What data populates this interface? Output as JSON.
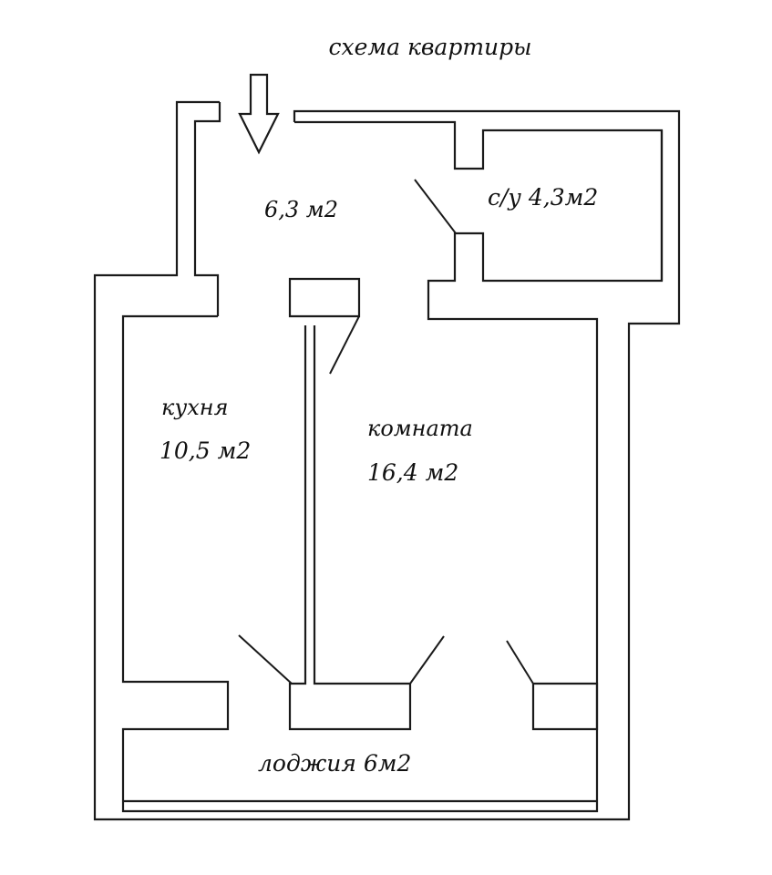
{
  "title": "схема квартиры",
  "rooms": {
    "hall": {
      "area": "6,3 м2"
    },
    "bathroom": {
      "label": "с/у 4,3м2"
    },
    "kitchen": {
      "name": "кухня",
      "area": "10,5 м2"
    },
    "room": {
      "name": "комната",
      "area": "16,4 м2"
    },
    "loggia": {
      "label": "лоджия 6м2"
    }
  },
  "entrance_arrow": "down-arrow-icon"
}
